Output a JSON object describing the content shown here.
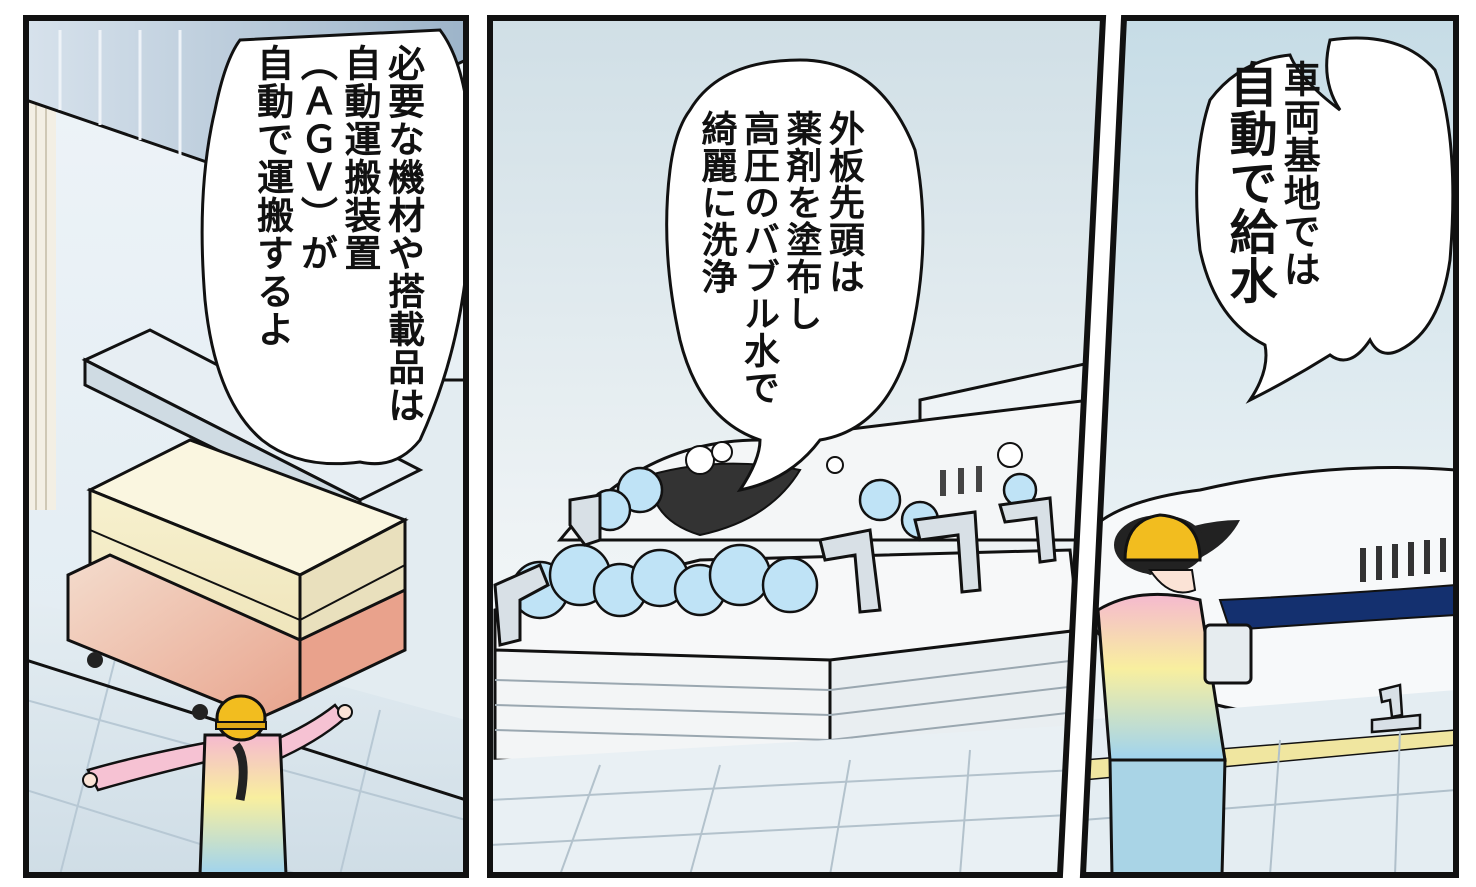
{
  "panels": [
    {
      "speech": [
        "必要な機材や搭載品は",
        "自動運搬装置",
        "（ＡＧＶ）が",
        "自動で運搬するよ"
      ]
    },
    {
      "speech": [
        "外板先頭は",
        "薬剤を塗布し",
        "高圧のバブル水で",
        "綺麗に洗浄"
      ]
    },
    {
      "speech": [
        "車両基地では",
        "自動で給水"
      ]
    }
  ],
  "colors": {
    "border": "#111111",
    "helmet": "#f2bd1f",
    "shirt_top": "#f5b9cf",
    "shirt_mid": "#f8ef9f",
    "shirt_bottom": "#9fd3ef",
    "pants": "#a9d4e6",
    "train_stripe": "#14306f",
    "foam": "#bfe3f6"
  },
  "icons": [
    "speech-bubble",
    "agv-cart",
    "worker-figure",
    "shinkansen-nose",
    "water-nozzle",
    "tablet"
  ]
}
